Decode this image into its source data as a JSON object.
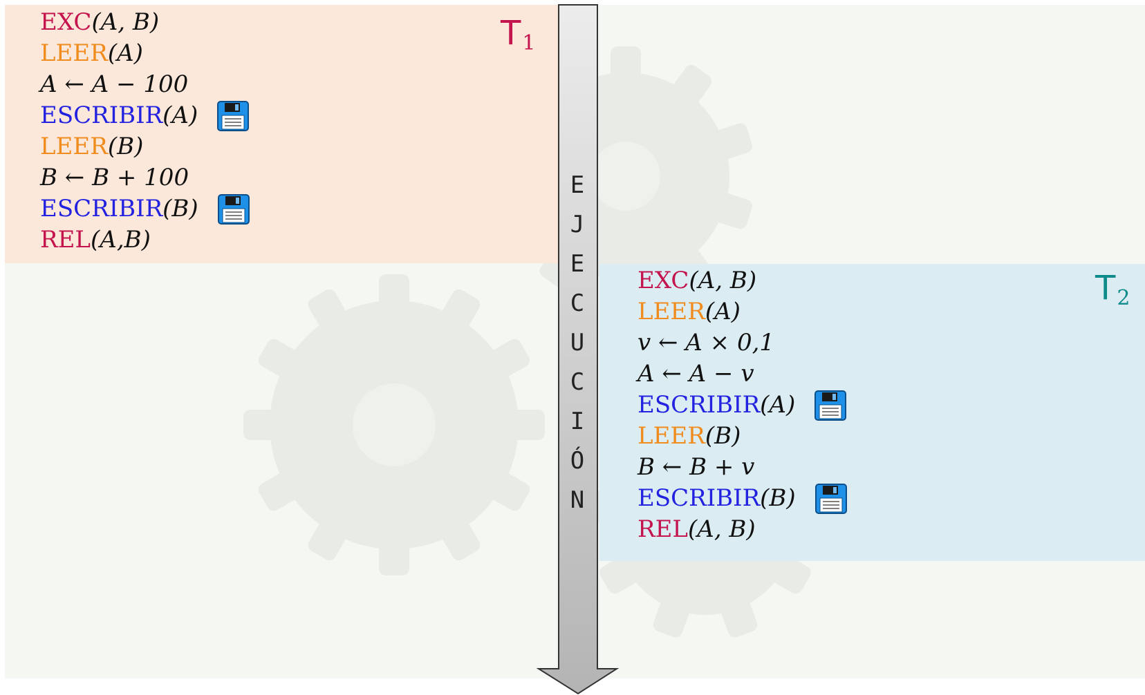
{
  "t1": {
    "label": "T",
    "sub": "1",
    "color": "#c4144e",
    "background": "#fce8da",
    "lines": [
      {
        "kw": "EXC",
        "kw_color": "exc",
        "rest": "(A, B)",
        "disk": false
      },
      {
        "kw": "LEER",
        "kw_color": "leer",
        "rest": "(A)",
        "disk": false
      },
      {
        "kw": "",
        "kw_color": "",
        "rest": "A ← A − 100",
        "disk": false
      },
      {
        "kw": "ESCRIBIR",
        "kw_color": "esc",
        "rest": "(A)",
        "disk": true
      },
      {
        "kw": "LEER",
        "kw_color": "leer",
        "rest": "(B)",
        "disk": false
      },
      {
        "kw": "",
        "kw_color": "",
        "rest": "B ← B + 100",
        "disk": false
      },
      {
        "kw": "ESCRIBIR",
        "kw_color": "esc",
        "rest": "(B)",
        "disk": true
      },
      {
        "kw": "REL",
        "kw_color": "rel",
        "rest": "(A,B)",
        "disk": false
      }
    ]
  },
  "t2": {
    "label": "T",
    "sub": "2",
    "color": "#0f8b8b",
    "background": "#dbedf2",
    "lines": [
      {
        "kw": "EXC",
        "kw_color": "exc",
        "rest": "(A, B)",
        "disk": false
      },
      {
        "kw": "LEER",
        "kw_color": "leer",
        "rest": "(A)",
        "disk": false
      },
      {
        "kw": "",
        "kw_color": "",
        "rest": "v ← A × 0,1",
        "disk": false
      },
      {
        "kw": "",
        "kw_color": "",
        "rest": "A ← A − v",
        "disk": false
      },
      {
        "kw": "ESCRIBIR",
        "kw_color": "esc",
        "rest": "(A)",
        "disk": true
      },
      {
        "kw": "LEER",
        "kw_color": "leer",
        "rest": "(B)",
        "disk": false
      },
      {
        "kw": "",
        "kw_color": "",
        "rest": "B ← B + v",
        "disk": false
      },
      {
        "kw": "ESCRIBIR",
        "kw_color": "esc",
        "rest": "(B)",
        "disk": true
      },
      {
        "kw": "REL",
        "kw_color": "rel",
        "rest": "(A, B)",
        "disk": false
      }
    ]
  },
  "arrow": {
    "letters": [
      "E",
      "J",
      "E",
      "C",
      "U",
      "C",
      "I",
      "Ó",
      "N"
    ]
  },
  "icons": {
    "disk": "floppy-disk-icon",
    "background": "gear-icon"
  }
}
